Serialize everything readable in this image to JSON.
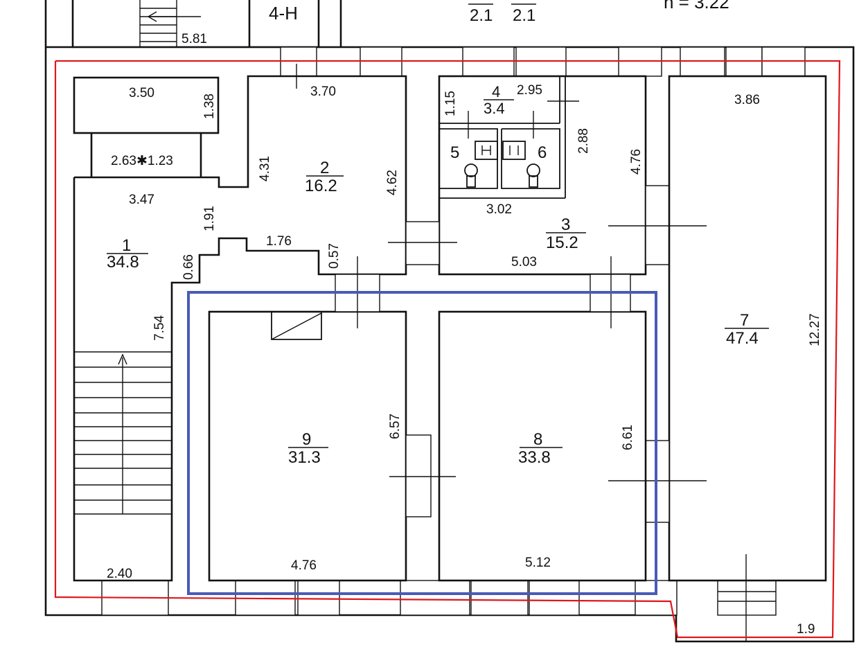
{
  "header": {
    "top_room_label": "4-Н",
    "top_left_dim": "5.81",
    "top_frac_a": "2.1",
    "top_frac_b": "2.1",
    "height_note": "h = 3.22"
  },
  "rooms": {
    "r1": {
      "number": "1",
      "area": "34.8"
    },
    "r2": {
      "number": "2",
      "area": "16.2"
    },
    "r3": {
      "number": "3",
      "area": "15.2"
    },
    "r4": {
      "number": "4",
      "area": "3.4"
    },
    "r5": {
      "number": "5"
    },
    "r6": {
      "number": "6"
    },
    "r7": {
      "number": "7",
      "area": "47.4"
    },
    "r8": {
      "number": "8",
      "area": "33.8"
    },
    "r9": {
      "number": "9",
      "area": "31.3"
    }
  },
  "dims": {
    "d350": "3.50",
    "d138": "1.38",
    "d263": "2.63✱1.23",
    "d347": "3.47",
    "d191": "1.91",
    "d066": "0.66",
    "d754": "7.54",
    "d240": "2.40",
    "d370": "3.70",
    "d431": "4.31",
    "d462": "4.62",
    "d176": "1.76",
    "d057": "0.57",
    "d115": "1.15",
    "d295": "2.95",
    "d288": "2.88",
    "d302": "3.02",
    "d503": "5.03",
    "d476v": "4.76",
    "d386": "3.86",
    "d1227": "12.27",
    "d19": "1.9",
    "d657": "6.57",
    "d476": "4.76",
    "d661": "6.61",
    "d512": "5.12"
  },
  "colors": {
    "walls": "#111111",
    "boundary_red": "#e0161b",
    "selection_blue": "#4a5bb5"
  }
}
